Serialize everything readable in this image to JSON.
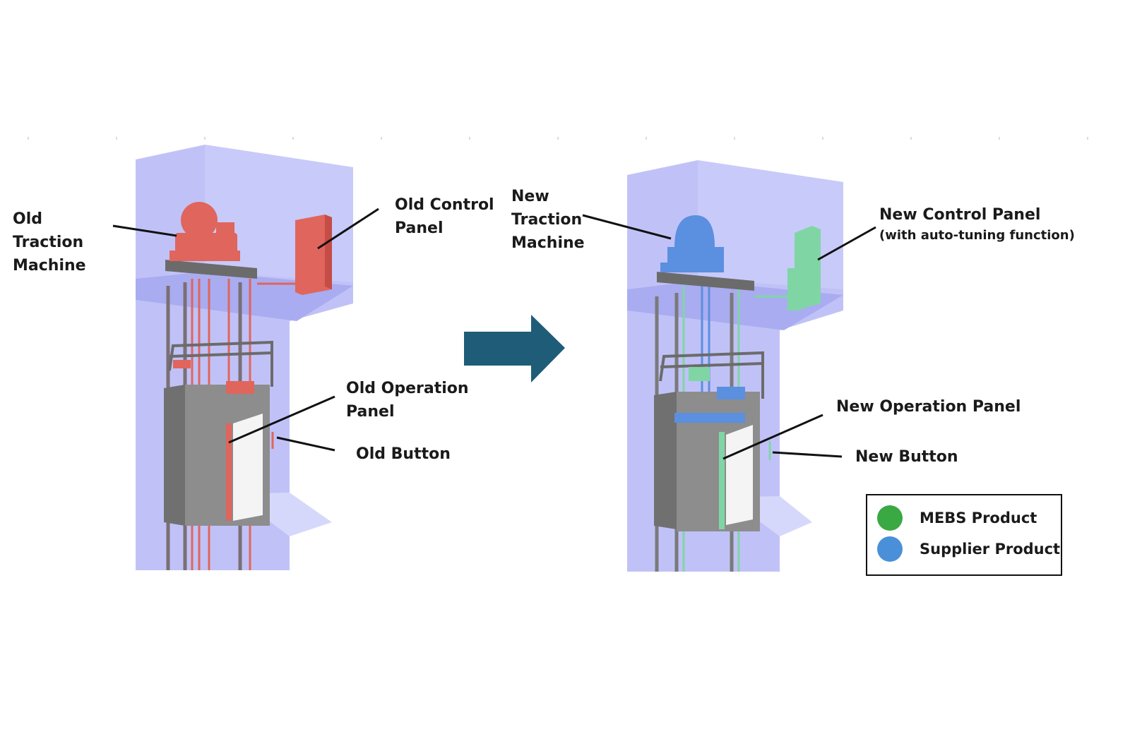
{
  "diagram": {
    "old_labels": {
      "traction_machine": [
        "Old",
        "Traction",
        "Machine"
      ],
      "control_panel": [
        "Old Control",
        "Panel"
      ],
      "operation_panel": [
        "Old Operation",
        "Panel"
      ],
      "button": "Old Button"
    },
    "new_labels": {
      "traction_machine": [
        "New",
        "Traction",
        "Machine"
      ],
      "control_panel": "New Control Panel",
      "control_panel_note": "(with auto-tuning function)",
      "operation_panel": "New Operation Panel",
      "button": "New Button"
    },
    "legend": [
      {
        "label": "MEBS Product",
        "color": "#3aa843"
      },
      {
        "label": "Supplier Product",
        "color": "#4a90d9"
      }
    ],
    "colors": {
      "shaft": "#b7b9f5",
      "shaft_dark": "#a3a6ee",
      "old_parts": "#e0655c",
      "new_green": "#7fd6a4",
      "new_blue": "#5b8fe0",
      "car": "#8a8a8a",
      "arrow": "#1f5c78"
    },
    "icons": [
      "elevator-old-illustration",
      "elevator-new-illustration",
      "right-arrow-icon"
    ]
  }
}
